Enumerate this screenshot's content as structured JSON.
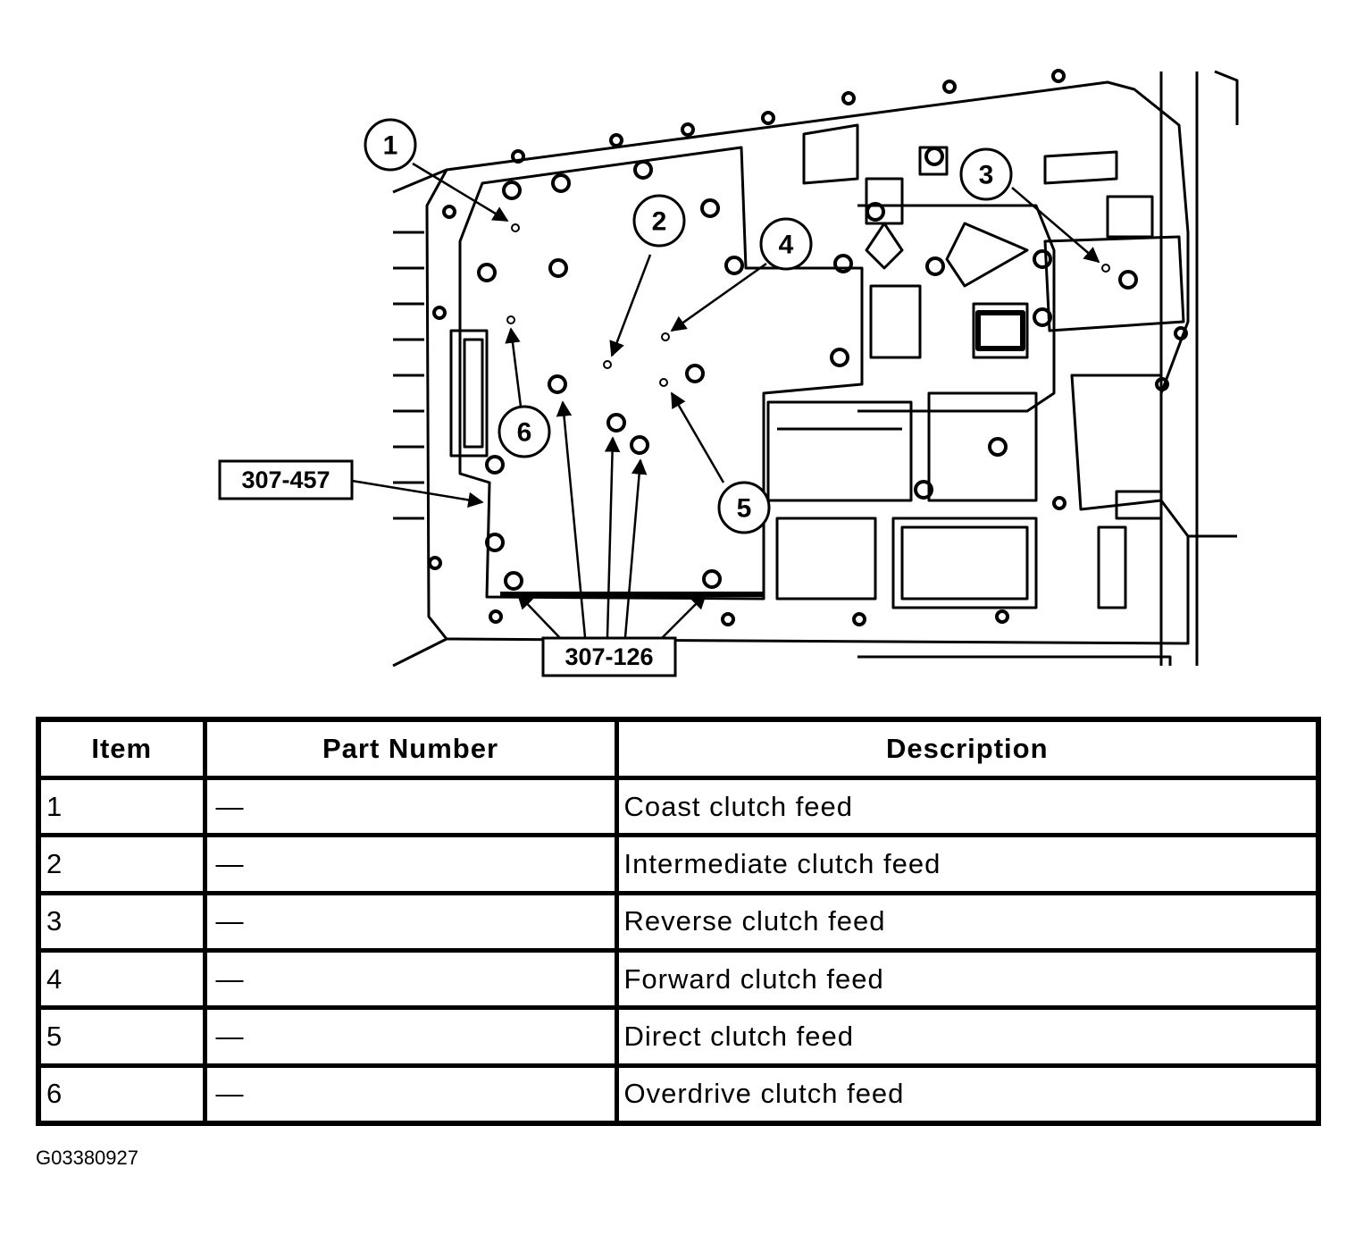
{
  "callouts": [
    "1",
    "2",
    "3",
    "4",
    "5",
    "6"
  ],
  "tools": [
    "307-457",
    "307-126"
  ],
  "table": {
    "headers": [
      "Item",
      "Part Number",
      "Description"
    ],
    "rows": [
      {
        "item": "1",
        "part": "—",
        "description": "Coast clutch feed"
      },
      {
        "item": "2",
        "part": "—",
        "description": "Intermediate clutch feed"
      },
      {
        "item": "3",
        "part": "—",
        "description": "Reverse clutch feed"
      },
      {
        "item": "4",
        "part": "—",
        "description": "Forward clutch feed"
      },
      {
        "item": "5",
        "part": "—",
        "description": "Direct clutch feed"
      },
      {
        "item": "6",
        "part": "—",
        "description": "Overdrive clutch feed"
      }
    ]
  },
  "figure_id": "G03380927"
}
